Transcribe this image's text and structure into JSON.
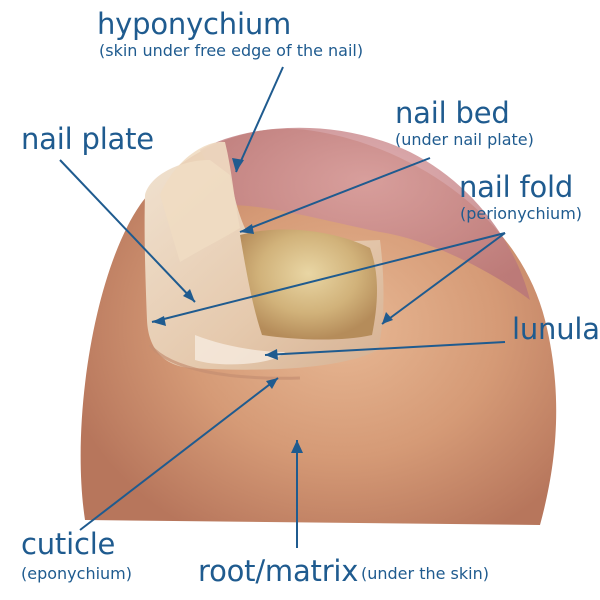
{
  "labels": {
    "hyponychium": {
      "title": "hyponychium",
      "sub": "(skin under free edge of the nail)"
    },
    "nail_bed": {
      "title": "nail bed",
      "sub": "(under nail plate)"
    },
    "nail_plate": {
      "title": "nail plate"
    },
    "nail_fold": {
      "title": "nail fold",
      "sub": "(perionychium)"
    },
    "lunula": {
      "title": "lunula"
    },
    "cuticle": {
      "title": "cuticle",
      "sub": "(eponychium)"
    },
    "root_matrix": {
      "title": "root/matrix",
      "sub": "(under the skin)"
    }
  },
  "colors": {
    "label": "#1f5b8f",
    "line": "#1f5b8f"
  }
}
